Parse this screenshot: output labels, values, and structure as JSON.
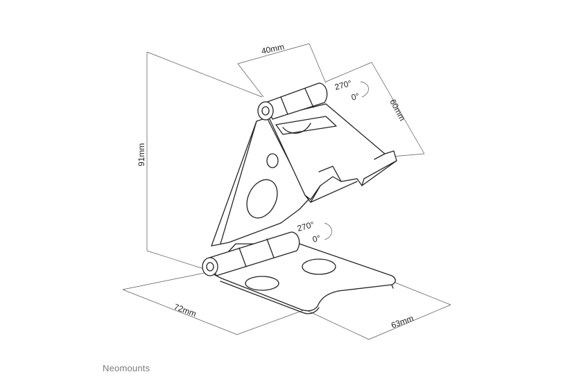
{
  "dimensions": {
    "width_top": "40mm",
    "depth_top": "60mm",
    "height": "91mm",
    "depth_base": "72mm",
    "width_base": "63mm"
  },
  "hinges": {
    "top": {
      "angle_max": "270°",
      "angle_min": "0°"
    },
    "bottom": {
      "angle_max": "270°",
      "angle_min": "0°"
    }
  },
  "brand": "Neomounts"
}
